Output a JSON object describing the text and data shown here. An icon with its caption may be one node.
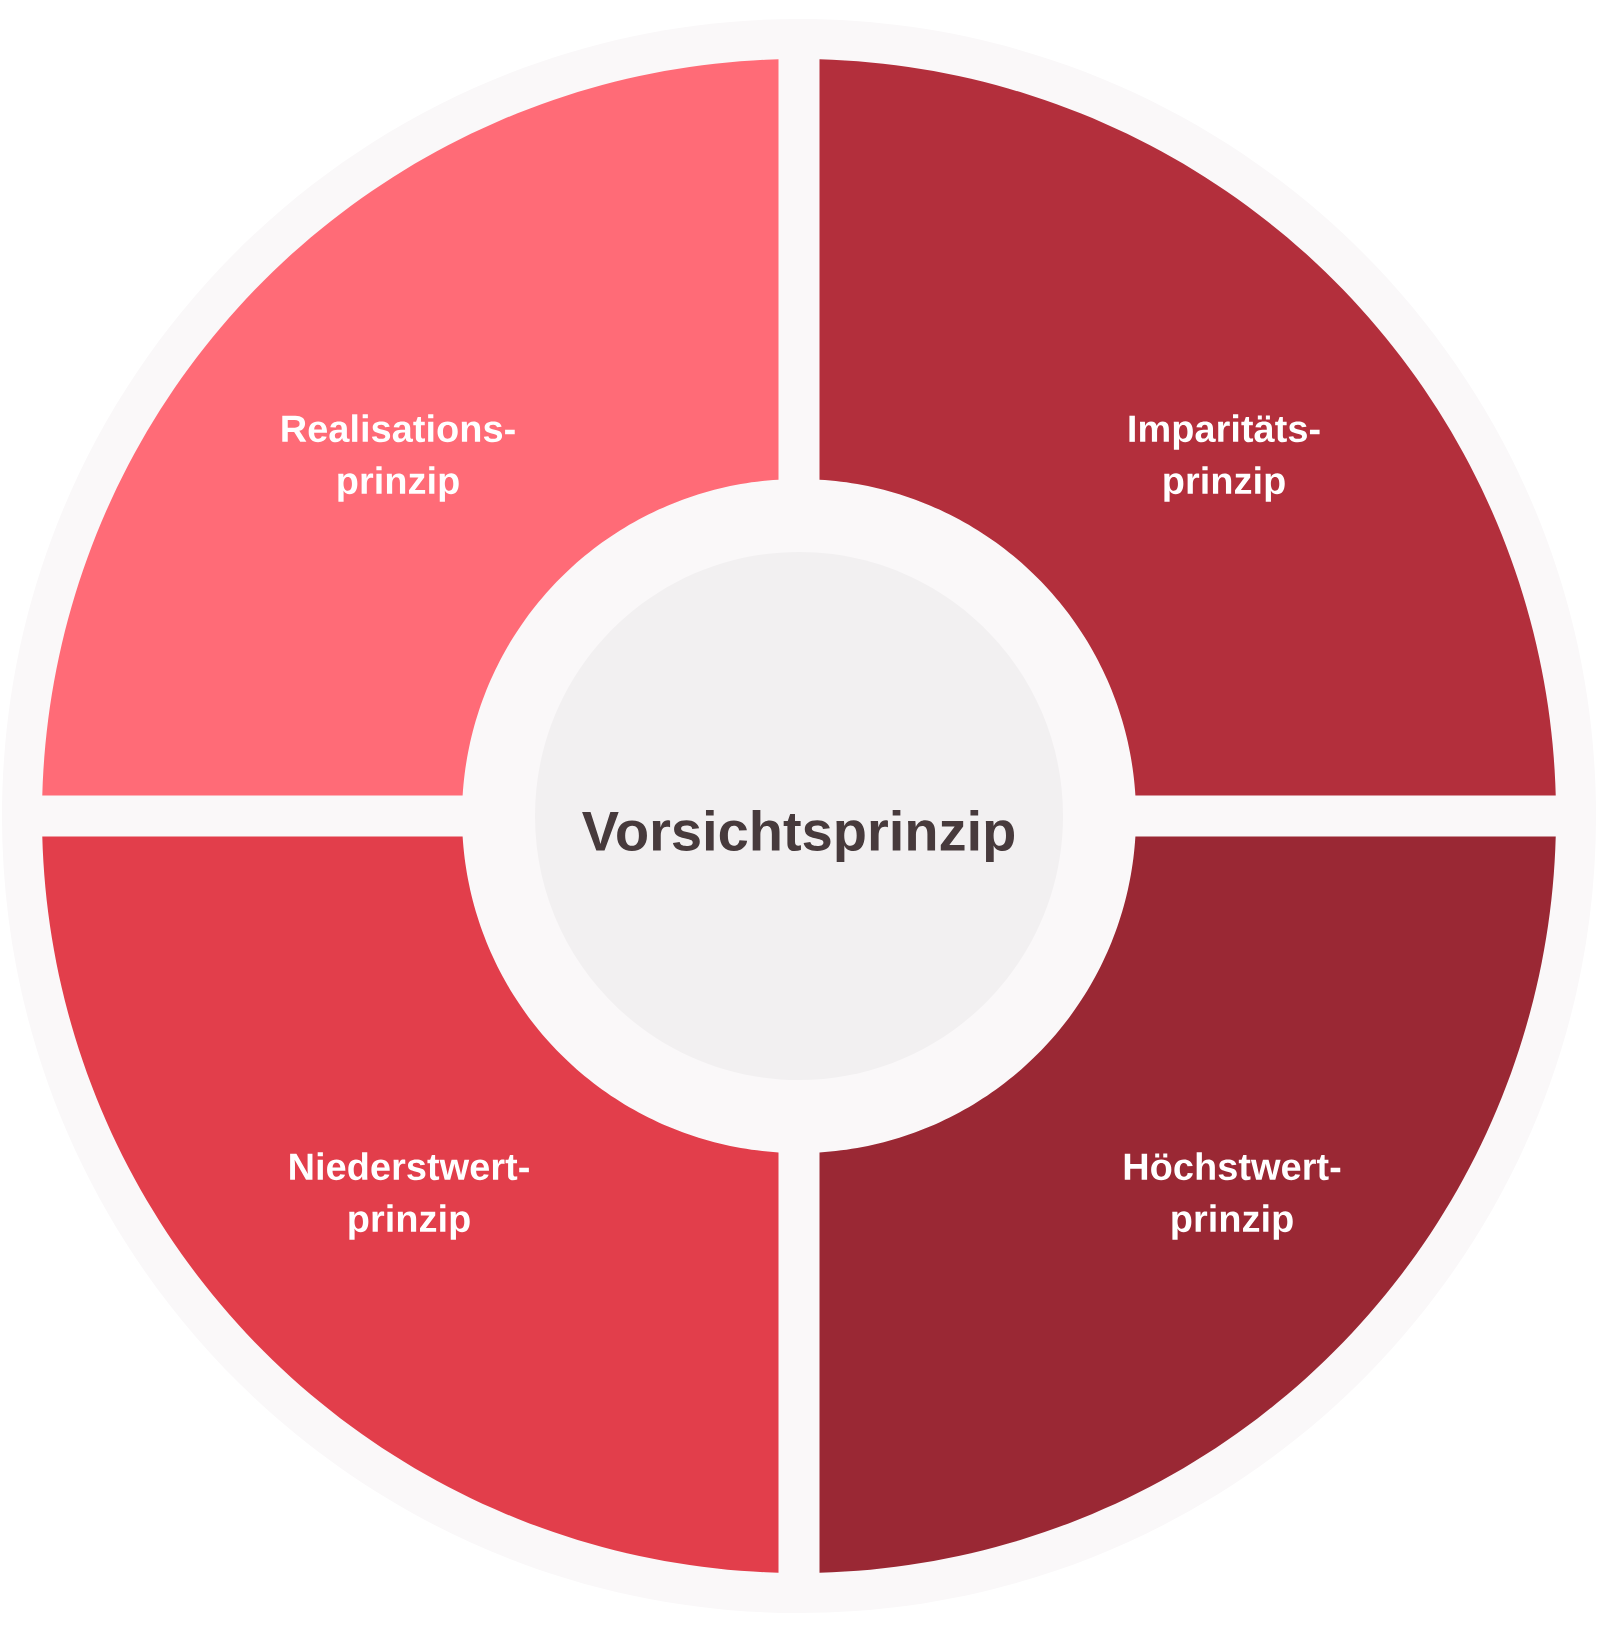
{
  "diagram": {
    "nodes": [
      {
        "text": [
          "Vorsichtsprinzip"
        ]
      },
      {
        "text": [
          "Realisations- prinzip"
        ]
      },
      {
        "text": [
          "Imparitäts- prinzip"
        ]
      },
      {
        "text": [
          "Niederstwert- prinzip"
        ]
      },
      {
        "text": [
          "Höchstwert- prinzip"
        ]
      }
    ]
  }
}
